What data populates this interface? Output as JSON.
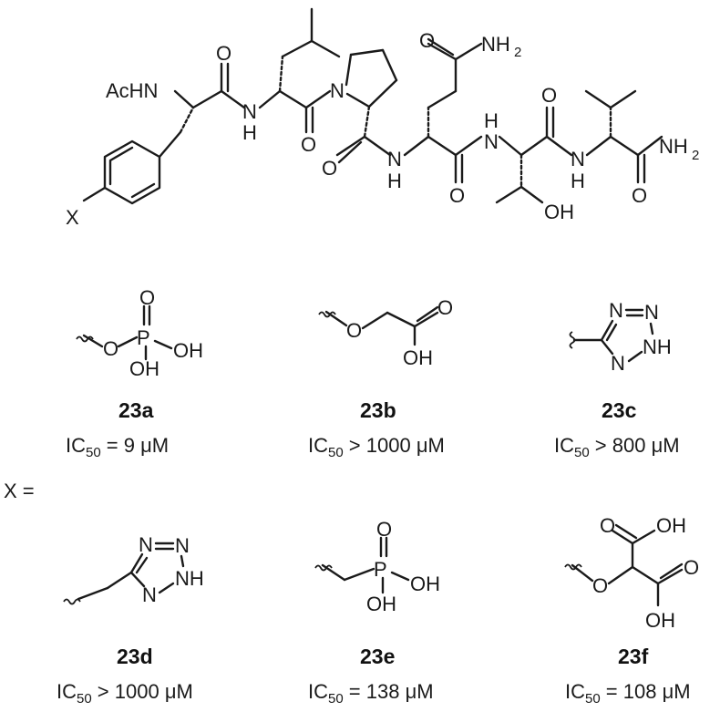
{
  "peptide": {
    "labels": {
      "ac_nh": "AcHN",
      "x": "X",
      "nh": "N",
      "h": "H",
      "o": "O",
      "n": "N",
      "nh2_main": "NH",
      "nh2_sub": "2",
      "oh": "OH"
    }
  },
  "x_equals": "X =",
  "variants": [
    {
      "id": "23a",
      "ic_prefix": "IC",
      "ic_sub": "50",
      "ic_rest": " = 9 μM",
      "atoms": {
        "o1": "O",
        "p": "P",
        "o2": "O",
        "oh1": "OH",
        "oh2": "OH"
      }
    },
    {
      "id": "23b",
      "ic_prefix": "IC",
      "ic_sub": "50",
      "ic_rest": " > 1000 μM",
      "atoms": {
        "o1": "O",
        "o2": "O",
        "oh": "OH"
      }
    },
    {
      "id": "23c",
      "ic_prefix": "IC",
      "ic_sub": "50",
      "ic_rest": " > 800 μM",
      "atoms": {
        "n1": "N",
        "n2": "N",
        "n3": "N",
        "nh": "NH"
      }
    },
    {
      "id": "23d",
      "ic_prefix": "IC",
      "ic_sub": "50",
      "ic_rest": " > 1000 μM",
      "atoms": {
        "n1": "N",
        "n2": "N",
        "n3": "N",
        "nh": "NH"
      }
    },
    {
      "id": "23e",
      "ic_prefix": "IC",
      "ic_sub": "50",
      "ic_rest": " = 138 μM",
      "atoms": {
        "o": "O",
        "p": "P",
        "oh1": "OH",
        "oh2": "OH"
      }
    },
    {
      "id": "23f",
      "ic_prefix": "IC",
      "ic_sub": "50",
      "ic_rest": " = 108 μM",
      "atoms": {
        "o1": "O",
        "oh1": "OH",
        "o2": "O",
        "o3": "O",
        "oh2": "OH"
      }
    }
  ]
}
